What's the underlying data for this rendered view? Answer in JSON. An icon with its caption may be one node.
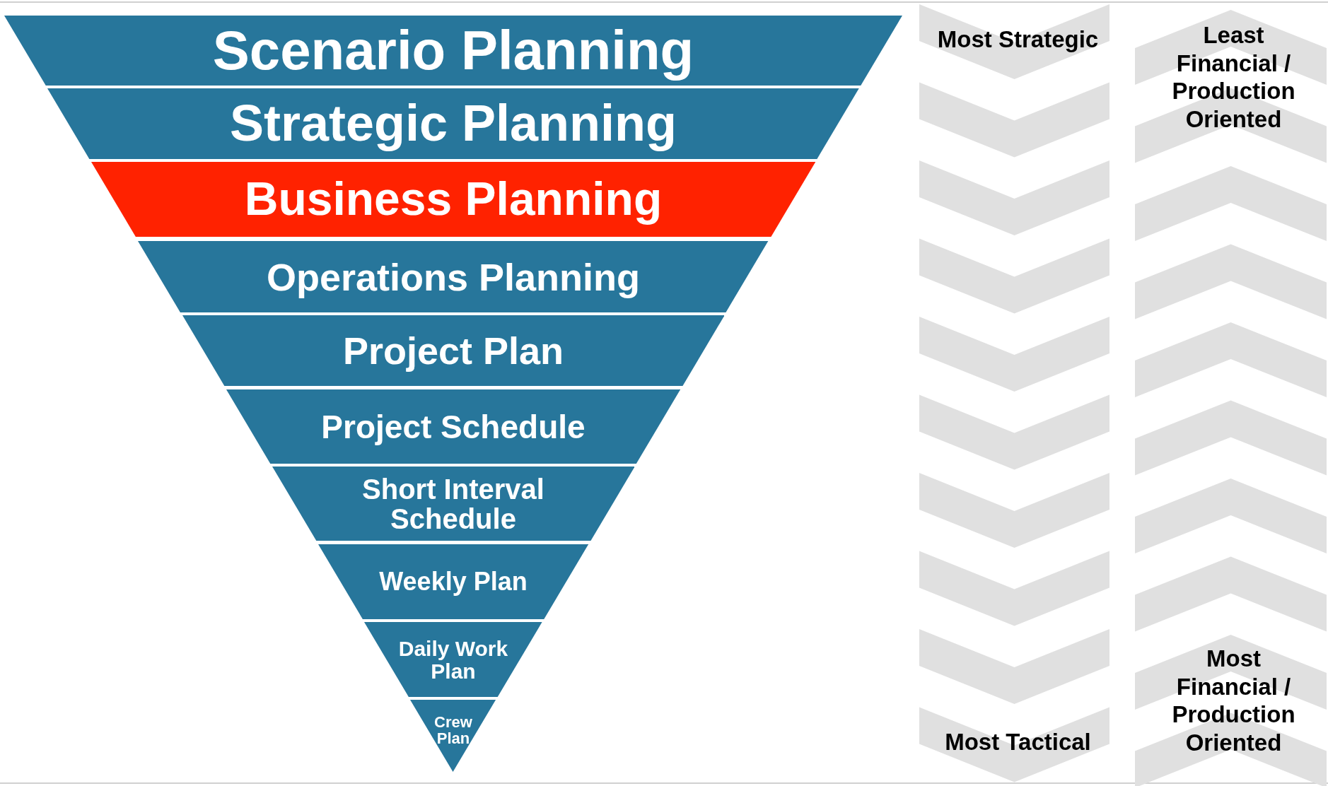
{
  "diagram": {
    "nodes": [
      {
        "text": [
          "Scenario Planning"
        ]
      },
      {
        "text": [
          "Strategic Planning"
        ]
      },
      {
        "text": [
          "Business Planning"
        ]
      },
      {
        "text": [
          "Operations Planning"
        ]
      },
      {
        "text": [
          "Project Plan"
        ]
      },
      {
        "text": [
          "Project Schedule"
        ]
      },
      {
        "text": [
          "Short Interval Schedule"
        ]
      },
      {
        "text": [
          "Weekly Plan"
        ]
      },
      {
        "text": [
          "Daily Work Plan"
        ]
      },
      {
        "text": [
          "Crew Plan"
        ]
      }
    ],
    "labels": [
      "Most Strategic",
      "Least Financial / Production Oriented",
      "Most Tactical",
      "Most Financial / Production Oriented"
    ]
  }
}
